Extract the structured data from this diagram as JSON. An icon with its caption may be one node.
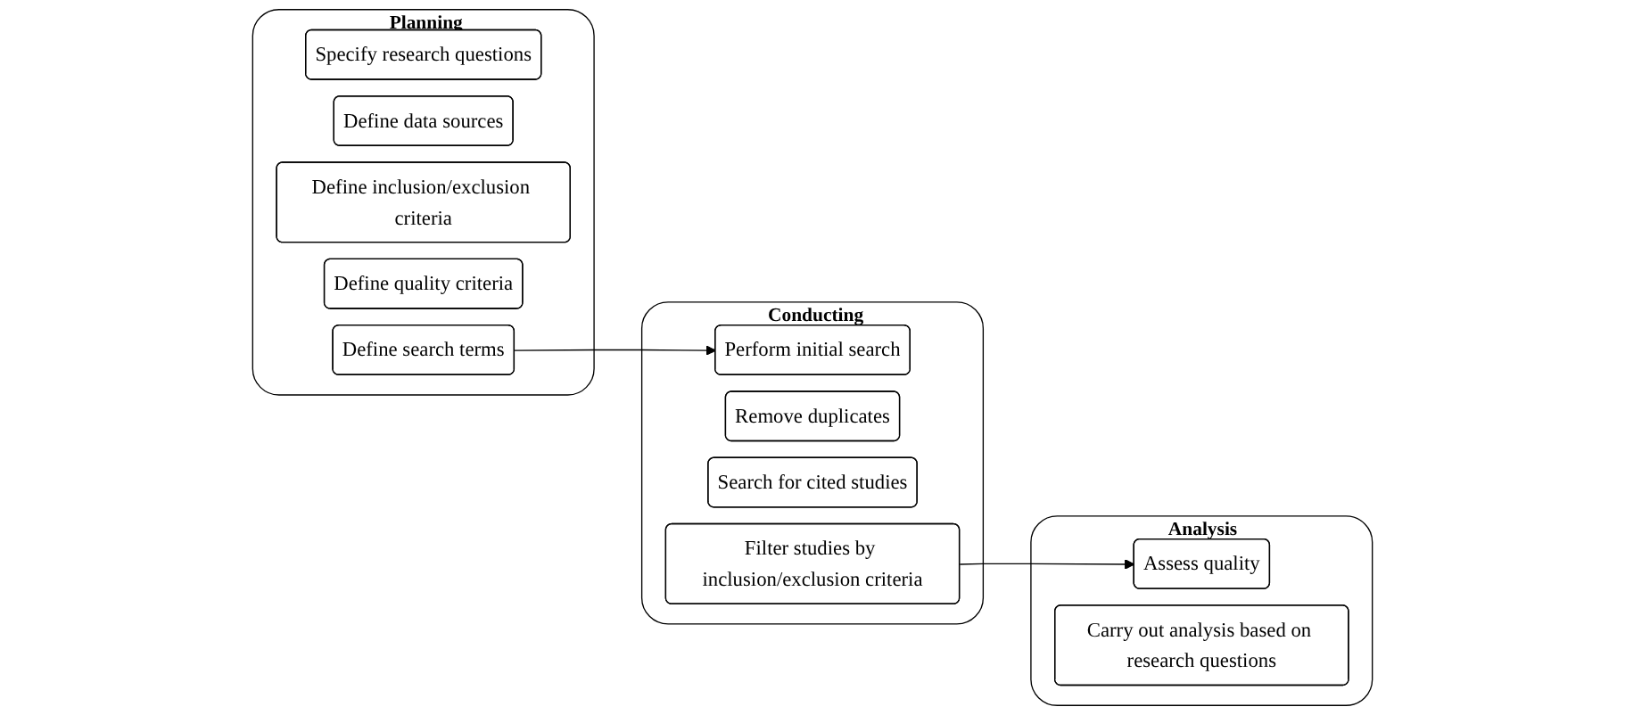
{
  "diagram": {
    "nodes": [
      {
        "text": [
          "Planning"
        ]
      },
      {
        "text": [
          "Specify research questions"
        ],
        "in": 0
      },
      {
        "text": [
          "Define data sources"
        ],
        "in": 0
      },
      {
        "text": [
          "Define inclusion/exclusion criteria"
        ],
        "in": 0
      },
      {
        "text": [
          "Define quality criteria"
        ],
        "in": 0
      },
      {
        "text": [
          "Define search terms"
        ],
        "in": 0
      },
      {
        "text": [
          "Conducting"
        ]
      },
      {
        "text": [
          "Perform initial search"
        ],
        "in": 6
      },
      {
        "text": [
          "Remove duplicates"
        ],
        "in": 6
      },
      {
        "text": [
          "Search for cited studies"
        ],
        "in": 6
      },
      {
        "text": [
          "Filter studies by inclusion/exclusion criteria"
        ],
        "in": 6
      },
      {
        "text": [
          "Analysis"
        ]
      },
      {
        "text": [
          "Assess quality"
        ],
        "in": 11
      },
      {
        "text": [
          "Carry out analysis based on research questions"
        ],
        "in": 11
      }
    ],
    "edges": [
      {
        "from": 5,
        "to": 7,
        "arrow": "to"
      },
      {
        "from": 10,
        "to": 12,
        "arrow": "to"
      }
    ]
  }
}
